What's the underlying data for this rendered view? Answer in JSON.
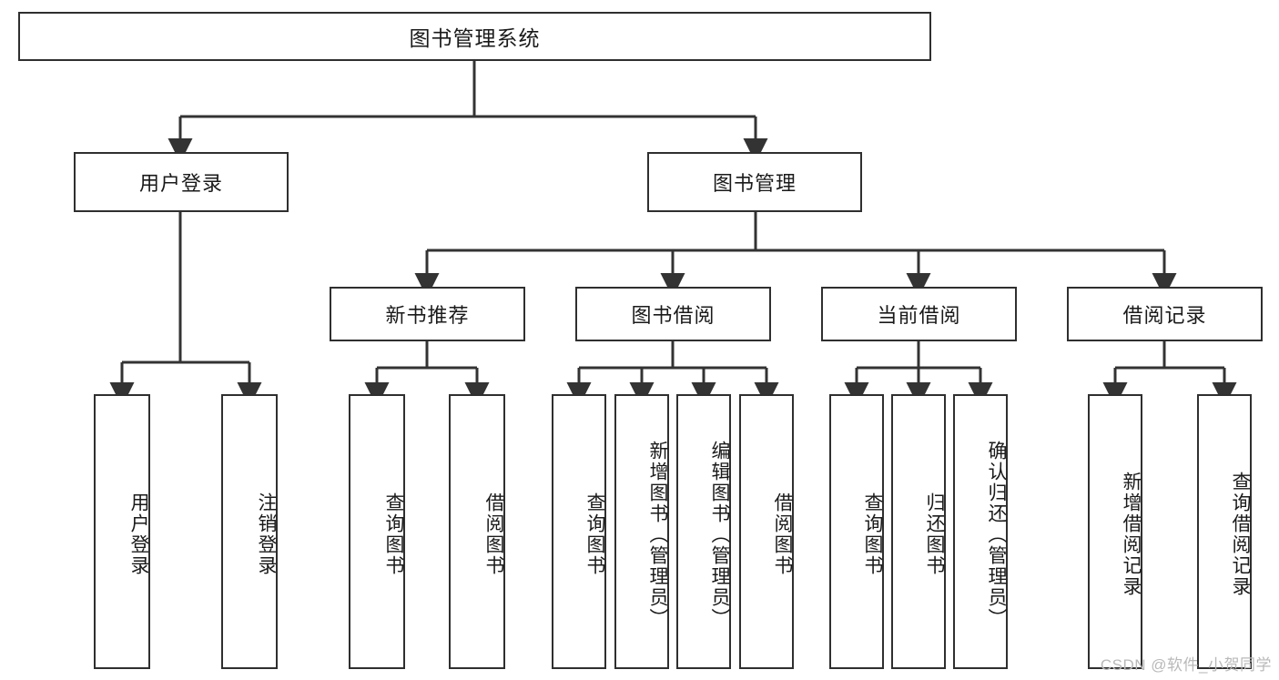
{
  "diagram": {
    "title": "图书管理系统",
    "type": "hierarchy-tree",
    "colors": {
      "box_border": "#2f2f2f",
      "box_fill": "#ffffff",
      "connector": "#333333",
      "text": "#1a1a1a",
      "watermark": "#b9b9b9"
    },
    "root": {
      "label": "图书管理系统"
    },
    "level2": [
      {
        "label": "用户登录"
      },
      {
        "label": "图书管理"
      }
    ],
    "level3": [
      {
        "label": "新书推荐"
      },
      {
        "label": "图书借阅"
      },
      {
        "label": "当前借阅"
      },
      {
        "label": "借阅记录"
      }
    ],
    "leaves": {
      "user_login": [
        {
          "label": "用户登录"
        },
        {
          "label": "注销登录"
        }
      ],
      "new_book_recommend": [
        {
          "label": "查询图书"
        },
        {
          "label": "借阅图书"
        }
      ],
      "book_borrow": [
        {
          "label": "查询图书"
        },
        {
          "label": "新增图书（管理员）"
        },
        {
          "label": "编辑图书（管理员）"
        },
        {
          "label": "借阅图书"
        }
      ],
      "current_borrow": [
        {
          "label": "查询图书"
        },
        {
          "label": "归还图书"
        },
        {
          "label": "确认归还（管理员）"
        }
      ],
      "borrow_record": [
        {
          "label": "新增借阅记录"
        },
        {
          "label": "查询借阅记录"
        }
      ]
    }
  },
  "watermark": {
    "text": "CSDN @软件_小贺同学"
  }
}
